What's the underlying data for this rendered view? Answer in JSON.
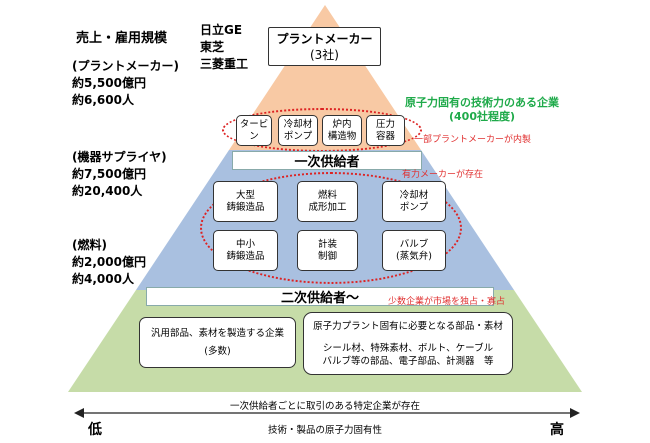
{
  "left": {
    "title": "売上・雇用規模",
    "plant": {
      "label": "(プラントメーカー)",
      "sales": "約5,500億円",
      "jobs": "約6,600人"
    },
    "supplier": {
      "label": "(機器サプライヤ)",
      "sales": "約7,500億円",
      "jobs": "約20,400人"
    },
    "fuel": {
      "label": "(燃料)",
      "sales": "約2,000億円",
      "jobs": "約4,000人"
    }
  },
  "makers": [
    "日立GE",
    "東芝",
    "三菱重工"
  ],
  "plant_box": {
    "title": "プラントメーカー",
    "count": "(3社)"
  },
  "green_note": {
    "line1": "原子力固有の技術力のある企業",
    "line2": "(400社程度)"
  },
  "tier_top_items": [
    "タービン",
    "冷却材\nポンプ",
    "炉内\n構造物",
    "圧力\n容器"
  ],
  "note_inhouse": "一部プラントメーカーが内製",
  "tier1": {
    "label": "一次供給者",
    "note": "有力メーカーが存在",
    "items": [
      "大型\n鋳鍛造品",
      "燃料\n成形加工",
      "冷却材\nポンプ",
      "中小\n鋳鍛造品",
      "計装\n制御",
      "バルブ\n(蒸気弁)"
    ]
  },
  "tier2": {
    "label": "二次供給者〜",
    "note": "少数企業が市場を独占・寡占",
    "general": {
      "line1": "汎用部品、素材を製造する企業",
      "line2": "(多数)"
    },
    "specific": {
      "line1": "原子力プラント固有に必要となる部品・素材",
      "line2": "シール材、特殊素材、ボルト、ケーブル",
      "line3": "バルブ等の部品、電子部品、計測器　等"
    }
  },
  "bottom": {
    "note": "一次供給者ごとに取引のある特定企業が存在",
    "axis_label": "技術・製品の原子力固有性",
    "low": "低",
    "high": "高"
  },
  "colors": {
    "orange": "#f8c9a4",
    "blue": "#a9c0e0",
    "green": "#c6dca8",
    "accent_green": "#1faa4a",
    "red": "#e03030"
  }
}
